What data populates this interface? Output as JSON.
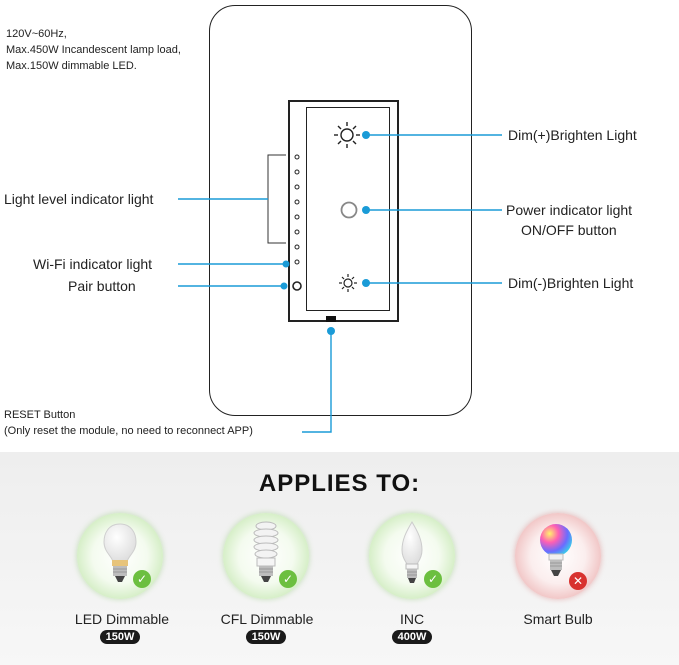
{
  "specs": {
    "line1": "120V~60Hz,",
    "line2": "Max.450W Incandescent lamp load,",
    "line3": "Max.150W dimmable LED."
  },
  "labels": {
    "light_level": "Light level indicator light",
    "wifi": "Wi-Fi indicator light",
    "pair": "Pair button",
    "brighten": "Dim(+)Brighten Light",
    "power_line1": "Power indicator light",
    "power_line2": "ON/OFF button",
    "dim": "Dim(-)Brighten Light",
    "reset_line1": "RESET Button",
    "reset_line2": "(Only reset the module, no need to reconnect APP)"
  },
  "applies_title": "APPLIES TO:",
  "products": [
    {
      "name": "LED Dimmable",
      "watt": "150W",
      "icon": "led-bulb-icon",
      "status": "check"
    },
    {
      "name": "CFL Dimmable",
      "watt": "150W",
      "icon": "cfl-bulb-icon",
      "status": "check"
    },
    {
      "name": "INC",
      "watt": "400W",
      "icon": "candle-bulb-icon",
      "status": "check"
    },
    {
      "name": "Smart Bulb",
      "watt": "",
      "icon": "smart-bulb-icon",
      "status": "cross"
    }
  ],
  "colors": {
    "callout": "#1a9bd7",
    "ok": "#6cbf3f",
    "no": "#d8322f"
  }
}
